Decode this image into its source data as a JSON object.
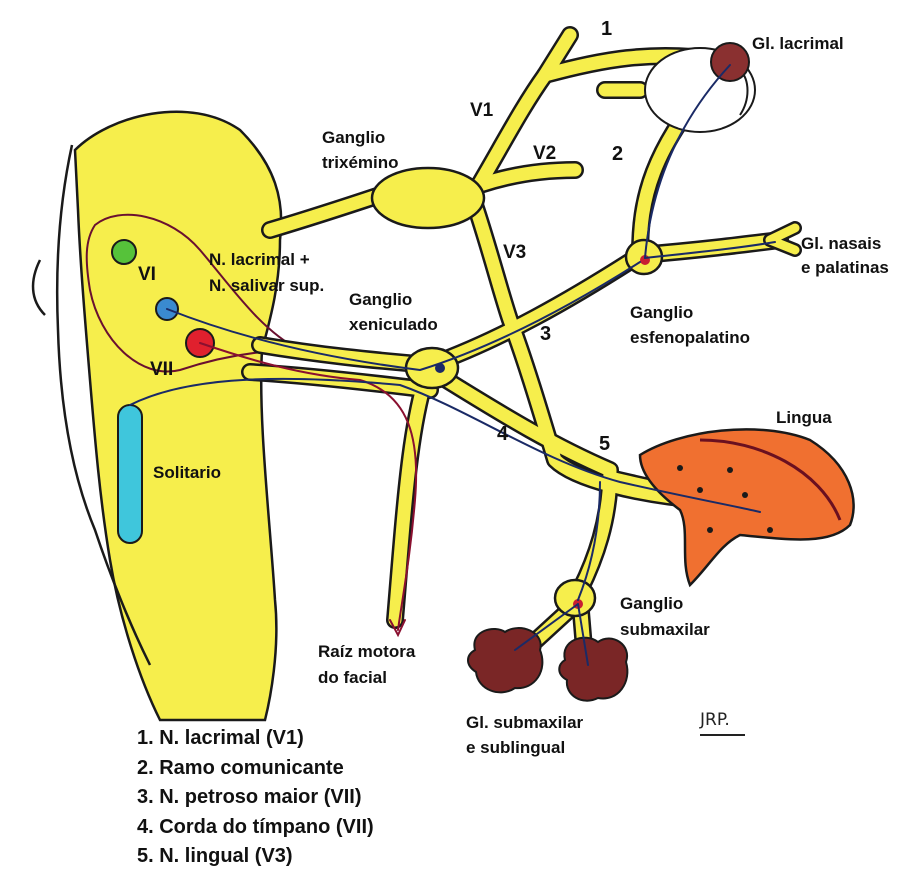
{
  "labels": {
    "gl_lacrimal": "Gl. lacrimal",
    "v1": "V1",
    "v2": "V2",
    "v3": "V3",
    "ganglio_trigemino_1": "Ganglio",
    "ganglio_trigemino_2": "trixémino",
    "n_lacrimal_1": "N. lacrimal +",
    "n_lacrimal_2": "N. salivar sup.",
    "vi": "VI",
    "vii": "VII",
    "ganglio_xeniculado_1": "Ganglio",
    "ganglio_xeniculado_2": "xeniculado",
    "gl_nasais_1": "Gl. nasais",
    "gl_nasais_2": "e palatinas",
    "ganglio_esfeno_1": "Ganglio",
    "ganglio_esfeno_2": "esfenopalatino",
    "lingua": "Lingua",
    "solitario": "Solitario",
    "raiz_1": "Raíz motora",
    "raiz_2": "do facial",
    "ganglio_submax_1": "Ganglio",
    "ganglio_submax_2": "submaxilar",
    "gl_submax_1": "Gl. submaxilar",
    "gl_submax_2": "e sublingual",
    "signature": "JRP."
  },
  "numbers": [
    "1",
    "2",
    "3",
    "4",
    "5"
  ],
  "legend": [
    "1. N. lacrimal (V1)",
    "2. Ramo comunicante",
    "3. N. petroso maior (VII)",
    "4. Corda do tímpano (VII)",
    "5. N. lingual (V3)"
  ],
  "colors": {
    "nerve": "#f6ee4c",
    "brainstem": "#f6ee4c",
    "nucleus_vi": "#56c23a",
    "nucleus_lacrimal": "#3a8ad0",
    "nucleus_vii": "#e0202e",
    "solitario": "#3fc6dc",
    "tongue": "#f07030",
    "gland": "#7a2626"
  }
}
